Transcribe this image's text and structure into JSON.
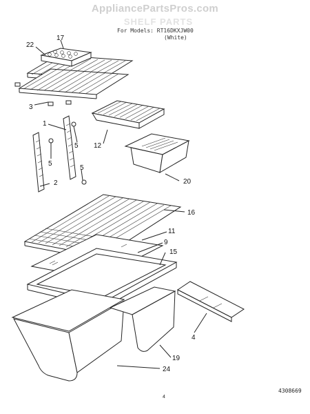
{
  "watermark": "AppliancePartsPros.com",
  "header": {
    "title": "SHELF PARTS",
    "models_line": "For Models: RT16DKXJW00",
    "color_line": "(White)"
  },
  "callouts": {
    "c22": "22",
    "c17": "17",
    "c3": "3",
    "c1": "1",
    "c5a": "5",
    "c5b": "5",
    "c5c": "5",
    "c2": "2",
    "c12": "12",
    "c20": "20",
    "c16": "16",
    "c11": "11",
    "c9": "9",
    "c15": "15",
    "c4": "4",
    "c19": "19",
    "c24": "24"
  },
  "footer": {
    "page_number": "4",
    "drawing_code": "4308669"
  }
}
